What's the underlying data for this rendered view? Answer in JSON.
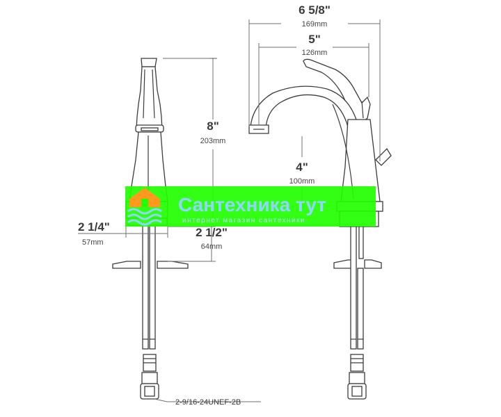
{
  "dimensions": {
    "total_reach": {
      "inch": "6 5/8\"",
      "mm": "169mm"
    },
    "spout_reach": {
      "inch": "5\"",
      "mm": "126mm"
    },
    "height": {
      "inch": "8\"",
      "mm": "203mm"
    },
    "spout_height": {
      "inch": "4\"",
      "mm": "100mm"
    },
    "base_width": {
      "inch": "2 1/4\"",
      "mm": "57mm"
    },
    "base_depth": {
      "inch": "2 1/2\"",
      "mm": "64mm"
    }
  },
  "thread_spec": "2-9/16-24UNEF-2B",
  "watermark": {
    "title": "Сантехника тут",
    "subtitle": "интернет магазин сантехники",
    "colors": {
      "band": "#22ff00",
      "text": "#8fd6ff",
      "orange": "#ff9a1f"
    }
  }
}
